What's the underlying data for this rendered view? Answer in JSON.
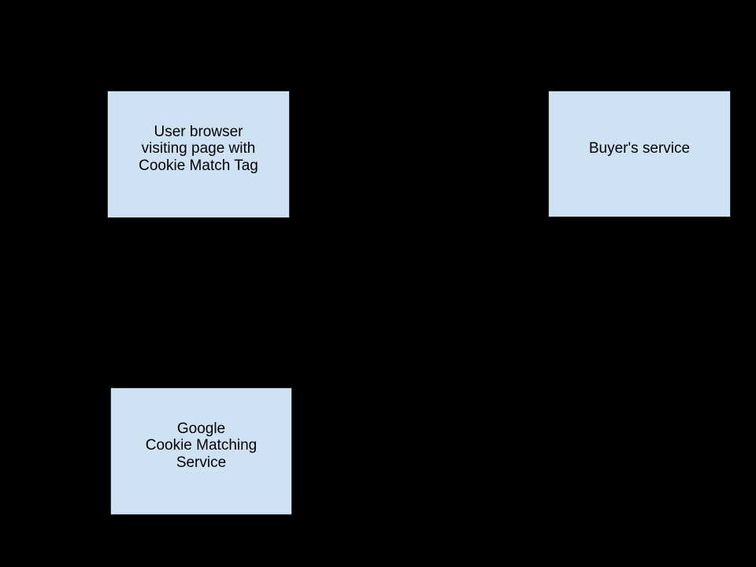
{
  "colors": {
    "page-bg": "#000000",
    "box-fill": "#cfe2f3",
    "box-border": "#2c2c2c",
    "box-text": "#000000"
  },
  "diagram": {
    "nodes": [
      {
        "id": "user-browser",
        "lines": [
          "User browser",
          "visiting page with",
          "Cookie Match Tag"
        ]
      },
      {
        "id": "buyers-service",
        "lines": [
          "Buyer's service"
        ]
      },
      {
        "id": "google-cookie-matching-service",
        "lines": [
          "Google",
          "Cookie Matching",
          "Service"
        ]
      }
    ]
  }
}
